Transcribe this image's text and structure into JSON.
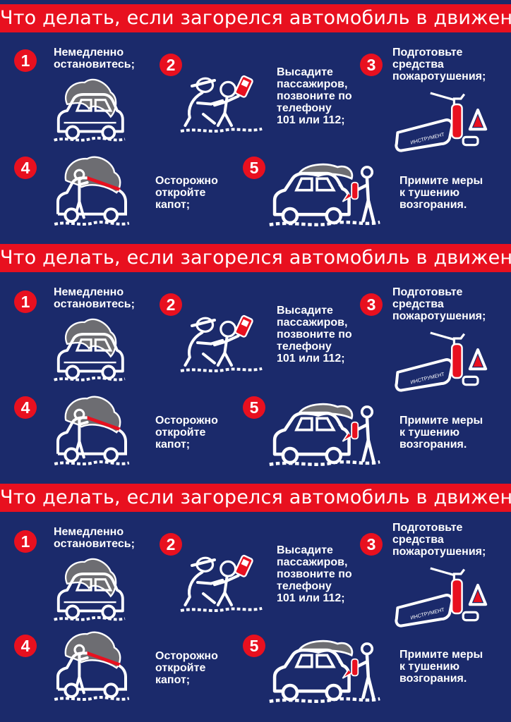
{
  "colors": {
    "background": "#1b2a6b",
    "title_bar": "#e8101f",
    "number_badge": "#e8101f",
    "text": "#ffffff",
    "smoke": "#6d6d72"
  },
  "panels": [
    {
      "title": "Что делать, если загорелся автомобиль в движении?",
      "steps": [
        {
          "num": "1",
          "text": "Немедленно\nостановитесь;",
          "icon": "smoking-car-icon"
        },
        {
          "num": "2",
          "text": "Высадите\nпассажиров,\nпозвоните по\nтелефону\n101 или 112;",
          "icon": "people-phone-icon"
        },
        {
          "num": "3",
          "text": "Подготовьте\nсредства\nпожаротушения;",
          "icon": "fire-extinguisher-kit-icon"
        },
        {
          "num": "4",
          "text": "Осторожно\nоткройте\nкапот;",
          "icon": "open-hood-icon"
        },
        {
          "num": "5",
          "text": "Примите меры\nк тушению\nвозгорания.",
          "icon": "extinguishing-car-icon"
        }
      ]
    },
    {
      "title": "Что делать, если загорелся автомобиль в движении?",
      "steps": [
        {
          "num": "1",
          "text": "Немедленно\nостановитесь;",
          "icon": "smoking-car-icon"
        },
        {
          "num": "2",
          "text": "Высадите\nпассажиров,\nпозвоните по\nтелефону\n101 или 112;",
          "icon": "people-phone-icon"
        },
        {
          "num": "3",
          "text": "Подготовьте\nсредства\nпожаротушения;",
          "icon": "fire-extinguisher-kit-icon"
        },
        {
          "num": "4",
          "text": "Осторожно\nоткройте\nкапот;",
          "icon": "open-hood-icon"
        },
        {
          "num": "5",
          "text": "Примите меры\nк тушению\nвозгорания.",
          "icon": "extinguishing-car-icon"
        }
      ]
    },
    {
      "title": "Что делать, если загорелся автомобиль в движении?",
      "steps": [
        {
          "num": "1",
          "text": "Немедленно\nостановитесь;",
          "icon": "smoking-car-icon"
        },
        {
          "num": "2",
          "text": "Высадите\nпассажиров,\nпозвоните по\nтелефону\n101 или 112;",
          "icon": "people-phone-icon"
        },
        {
          "num": "3",
          "text": "Подготовьте\nсредства\nпожаротушения;",
          "icon": "fire-extinguisher-kit-icon"
        },
        {
          "num": "4",
          "text": "Осторожно\nоткройте\nкапот;",
          "icon": "open-hood-icon"
        },
        {
          "num": "5",
          "text": "Примите меры\nк тушению\nвозгорания.",
          "icon": "extinguishing-car-icon"
        }
      ]
    }
  ]
}
